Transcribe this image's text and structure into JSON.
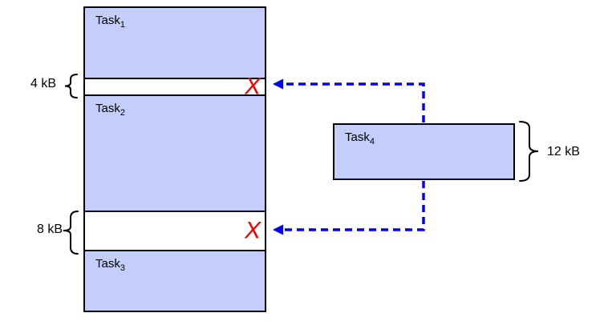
{
  "colors": {
    "background": "#ffffff",
    "block-fill": "#c3cffa",
    "block-border": "#000000",
    "arrow": "#0000ee",
    "reject": "#ee0000",
    "text": "#000000"
  },
  "memory": {
    "blocks": [
      {
        "name": "Task",
        "sub": "1"
      },
      {
        "name": "Task",
        "sub": "2"
      },
      {
        "name": "Task",
        "sub": "3"
      }
    ],
    "gaps": [
      {
        "size": "4 kB",
        "reject_mark": "X"
      },
      {
        "size": "8 kB",
        "reject_mark": "X"
      }
    ]
  },
  "incoming": {
    "name": "Task",
    "sub": "4",
    "size": "12 kB"
  }
}
